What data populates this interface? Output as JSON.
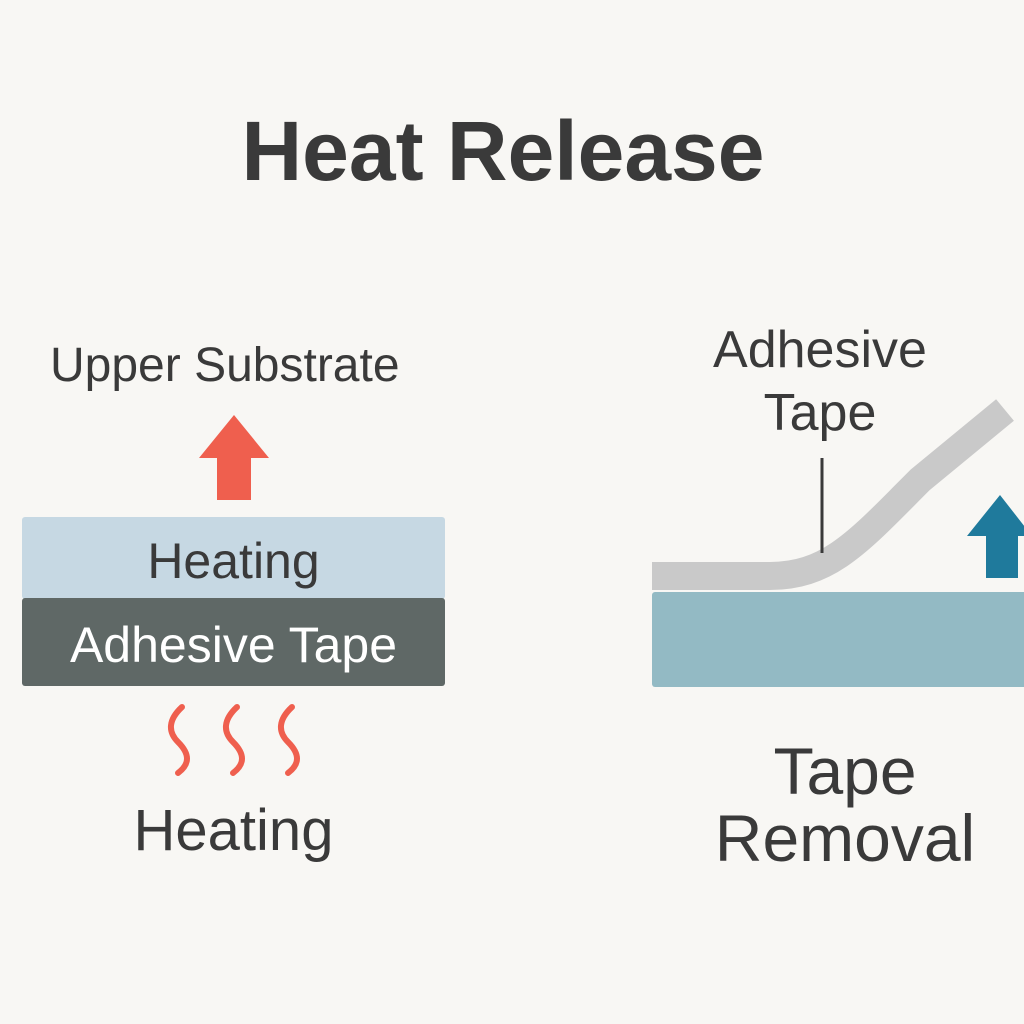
{
  "title": "Heat Release",
  "left": {
    "upper_label": "Upper Substrate",
    "heating_layer": "Heating",
    "tape_layer": "Adhesive Tape",
    "bottom_label": "Heating"
  },
  "right": {
    "tape_label_line1": "Adhesive",
    "tape_label_line2": "Tape",
    "caption_line1": "Tape",
    "caption_line2": "Removal"
  },
  "colors": {
    "background": "#f8f7f4",
    "red_arrow": "#ef5f4e",
    "heating_layer": "#c6d8e3",
    "tape_layer": "#5f6866",
    "tape_strip": "#c9c9c9",
    "substrate": "#93bac4",
    "blue_arrow": "#1f7a9c"
  }
}
